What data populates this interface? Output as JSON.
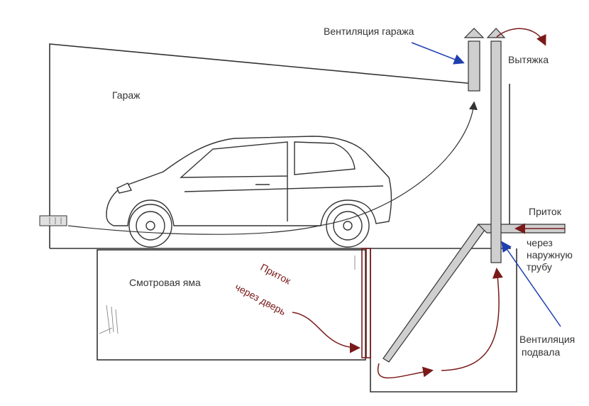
{
  "labels": {
    "garage": "Гараж",
    "garage_ventilation": "Вентиляция гаража",
    "exhaust": "Вытяжка",
    "inflow_right": "Приток",
    "through_pipe_1": "через",
    "through_pipe_2": "наружную",
    "through_pipe_3": "трубу",
    "inspection_pit": "Смотровая яма",
    "inflow_door": "Приток",
    "through_door": "через дверь",
    "cellar_ventilation_1": "Вентиляция",
    "cellar_ventilation_2": "подвала"
  },
  "colors": {
    "line": "#333333",
    "pipe_fill": "#cfcfcf",
    "dark_red": "#7a1a1a",
    "blue": "#1f3fb0"
  }
}
